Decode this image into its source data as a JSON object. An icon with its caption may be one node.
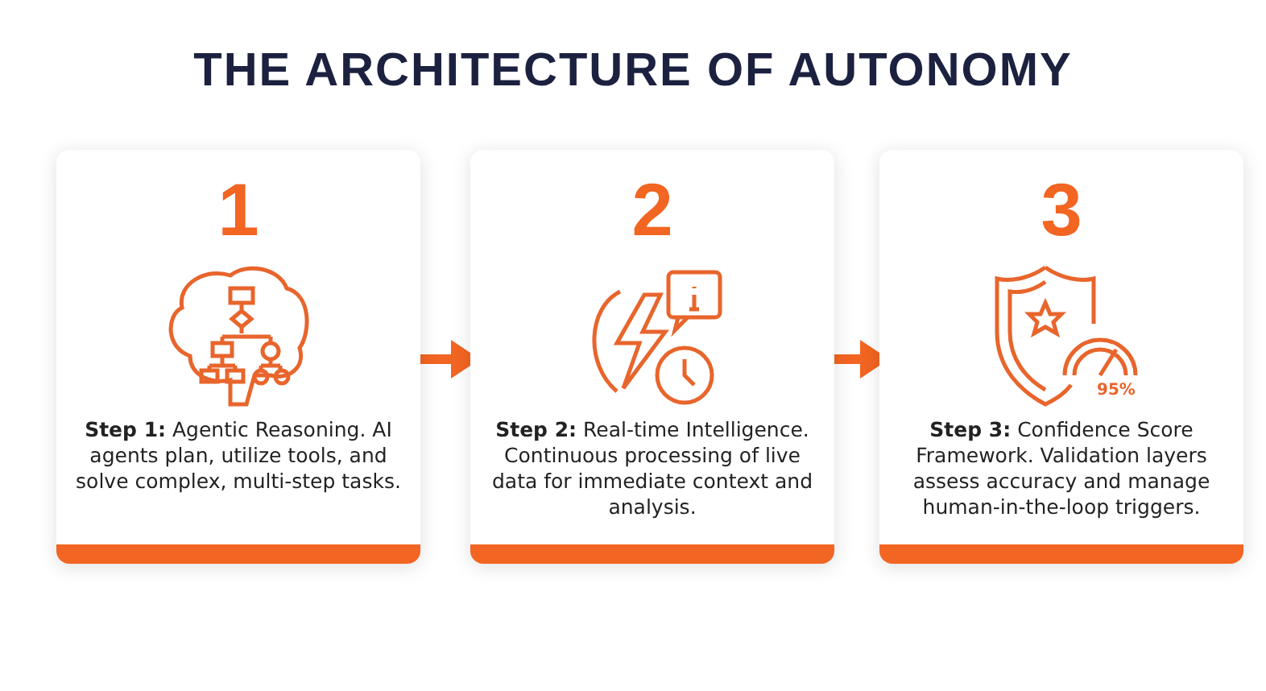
{
  "diagram": {
    "title": "THE ARCHITECTURE OF AUTONOMY",
    "nodes": [
      {
        "text": [
          "1",
          "**Step 1:** Agentic Reasoning. AI agents plan, utilize tools, and solve complex, multi-step tasks."
        ]
      },
      {
        "text": [
          "2",
          "**Step 2:** Real-time Intelligence. Continuous processing of live data for immediate context and analysis."
        ]
      },
      {
        "text": [
          "3",
          "**Step 3:** Confidence Score Framework. Validation layers assess accuracy and manage human-in-the-loop triggers."
        ]
      }
    ],
    "edges": [
      {
        "from": 0,
        "to": 1,
        "arrow": "to"
      },
      {
        "from": 1,
        "to": 2,
        "arrow": "to"
      }
    ],
    "labels": [
      "95%"
    ]
  }
}
